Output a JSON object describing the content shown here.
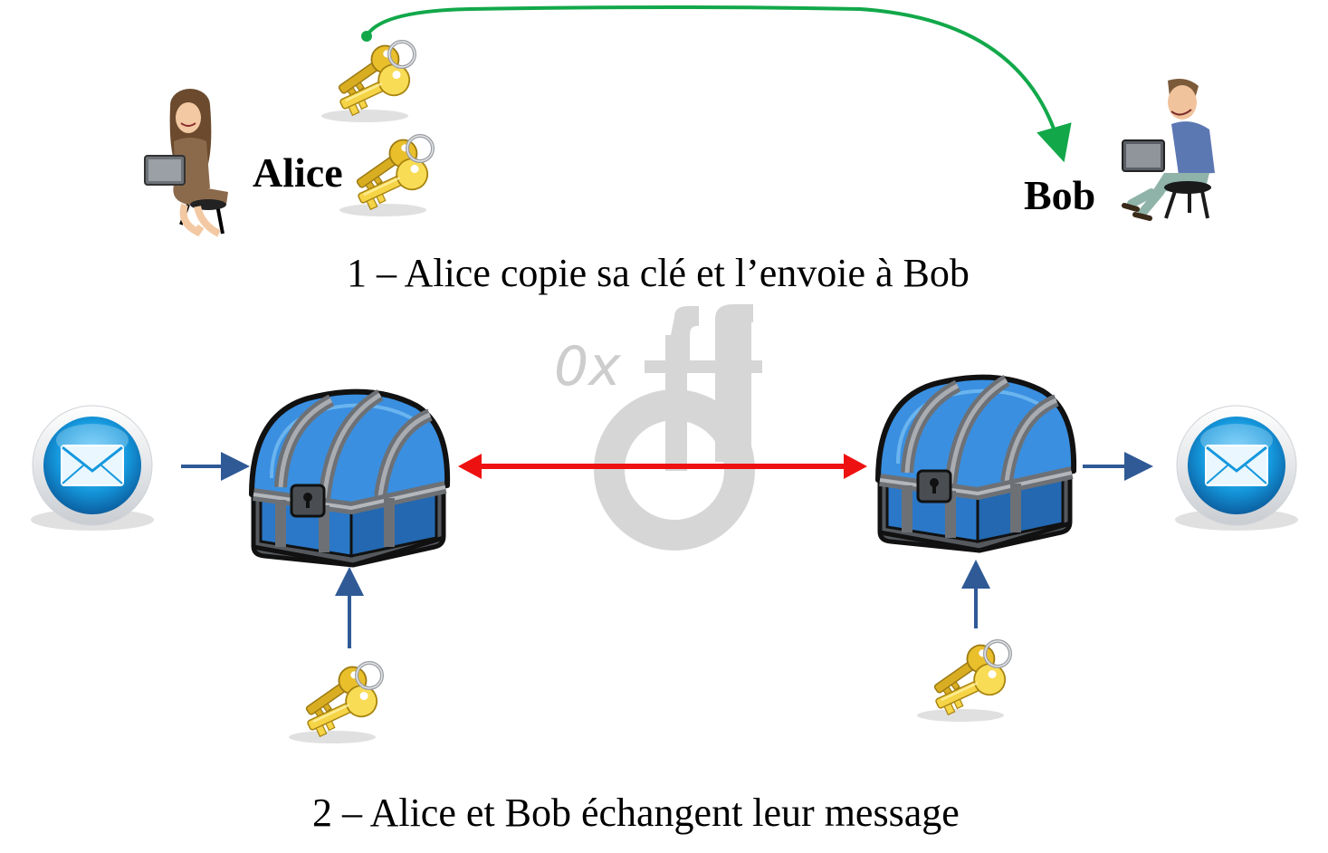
{
  "labels": {
    "alice": "Alice",
    "bob": "Bob",
    "step1": "1 – Alice copie sa clé et l’envoie à Bob",
    "step2": "2 – Alice et Bob échangent leur message"
  },
  "watermark": {
    "text": "0x"
  },
  "icons": {
    "alice": "person-laptop-woman-icon",
    "bob": "person-laptop-man-icon",
    "key": "key-pair-icon",
    "chest": "treasure-chest-icon",
    "message": "envelope-icon",
    "watermark": "0xff-logo-icon"
  },
  "colors": {
    "transfer_arrow": "#12a84a",
    "exchange_arrow": "#ee1111",
    "flow_arrow": "#2f5a96",
    "key_gold": "#f3cf3a",
    "chest_blue": "#2f86d6",
    "chest_frame": "#6b6f74",
    "envelope_blue": "#18a9e6",
    "watermark_gray": "#d2d2d2"
  }
}
